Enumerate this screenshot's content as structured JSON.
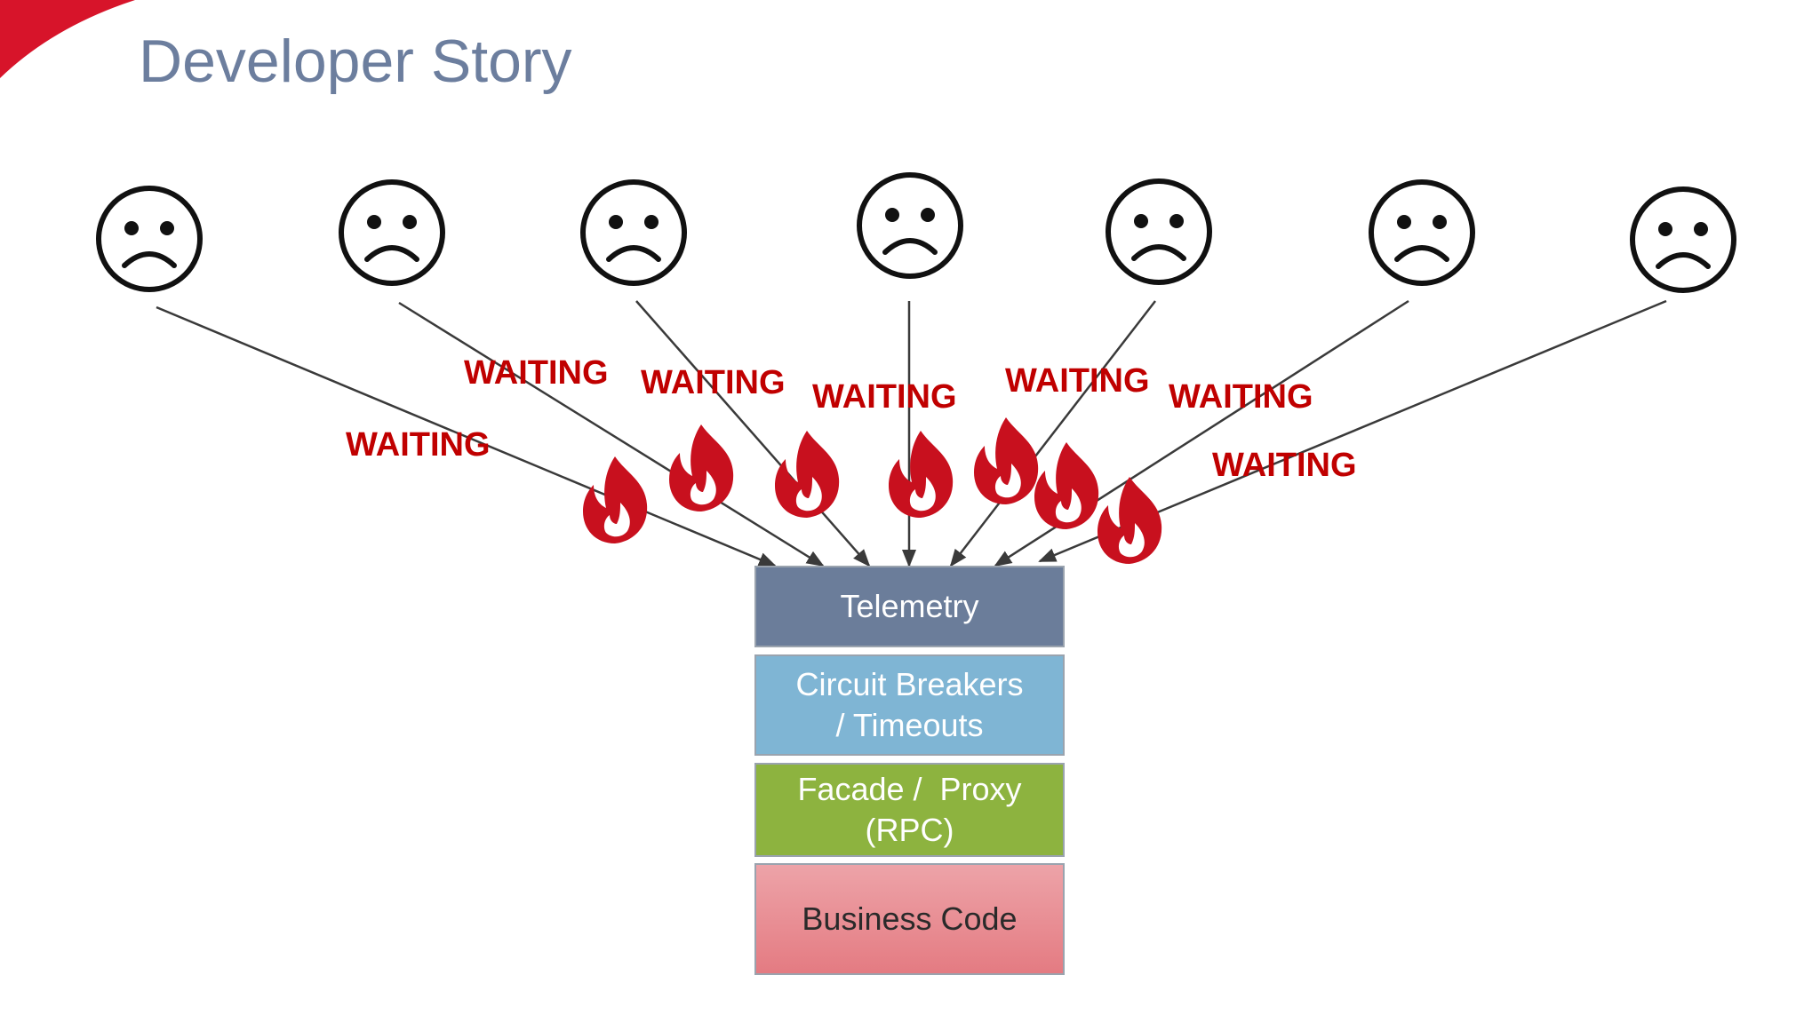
{
  "slide": {
    "title": "Developer Story",
    "accent_color": "#d7142a"
  },
  "developers": {
    "icon": "sad-face-icon",
    "count": 7
  },
  "waiting_labels": [
    "WAITING",
    "WAITING",
    "WAITING",
    "WAITING",
    "WAITING",
    "WAITING",
    "WAITING"
  ],
  "flames": {
    "icon": "fire-icon",
    "color": "#c8101e",
    "count": 7
  },
  "stack": {
    "telemetry": "Telemetry",
    "circuit_breakers_line1": "Circuit Breakers",
    "circuit_breakers_line2": "/ Timeouts",
    "facade_line1": "Facade /  Proxy",
    "facade_line2": "(RPC)",
    "business_code": "Business Code"
  },
  "colors": {
    "title": "#6c7e9e",
    "waiting": "#c00000",
    "telemetry": "#6b7d9a",
    "circuit_breakers": "#7fb5d4",
    "facade": "#8db33f",
    "business_code": "#e88c92"
  }
}
